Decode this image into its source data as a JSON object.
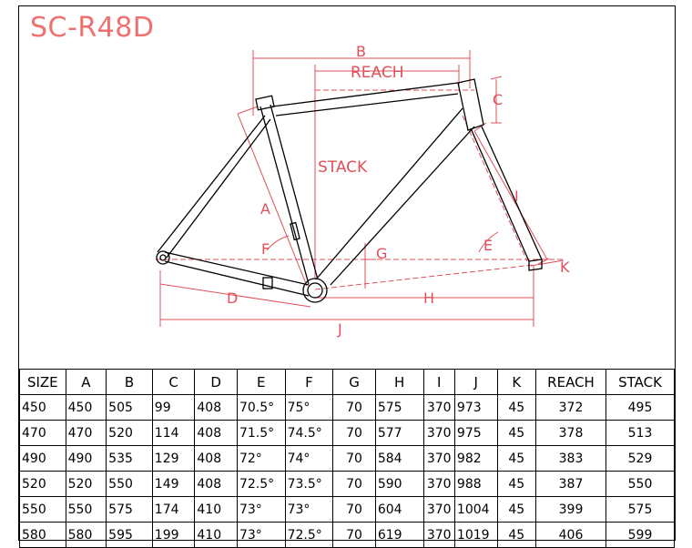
{
  "model": "SC-R48D",
  "labels": {
    "B": "B",
    "reach": "REACH",
    "C": "C",
    "stack": "STACK",
    "A": "A",
    "I": "I",
    "F": "F",
    "G": "G",
    "E": "E",
    "K": "K",
    "D": "D",
    "H": "H",
    "J": "J"
  },
  "colors": {
    "title": "#f07070",
    "dimension": "#e0505a",
    "frame": "#000000"
  },
  "table": {
    "headers": [
      "SIZE",
      "A",
      "B",
      "C",
      "D",
      "E",
      "F",
      "G",
      "H",
      "I",
      "J",
      "K",
      "REACH",
      "STACK"
    ],
    "rows": [
      [
        "450",
        "450",
        "505",
        "99",
        "408",
        "70.5°",
        "75°",
        "70",
        "575",
        "370",
        "973",
        "45",
        "372",
        "495"
      ],
      [
        "470",
        "470",
        "520",
        "114",
        "408",
        "71.5°",
        "74.5°",
        "70",
        "577",
        "370",
        "975",
        "45",
        "378",
        "513"
      ],
      [
        "490",
        "490",
        "535",
        "129",
        "408",
        "72°",
        "74°",
        "70",
        "584",
        "370",
        "982",
        "45",
        "383",
        "529"
      ],
      [
        "520",
        "520",
        "550",
        "149",
        "408",
        "72.5°",
        "73.5°",
        "70",
        "590",
        "370",
        "988",
        "45",
        "387",
        "550"
      ],
      [
        "550",
        "550",
        "575",
        "174",
        "410",
        "73°",
        "73°",
        "70",
        "604",
        "370",
        "1004",
        "45",
        "399",
        "575"
      ],
      [
        "580",
        "580",
        "595",
        "199",
        "410",
        "73°",
        "72.5°",
        "70",
        "619",
        "370",
        "1019",
        "45",
        "406",
        "599"
      ]
    ]
  }
}
